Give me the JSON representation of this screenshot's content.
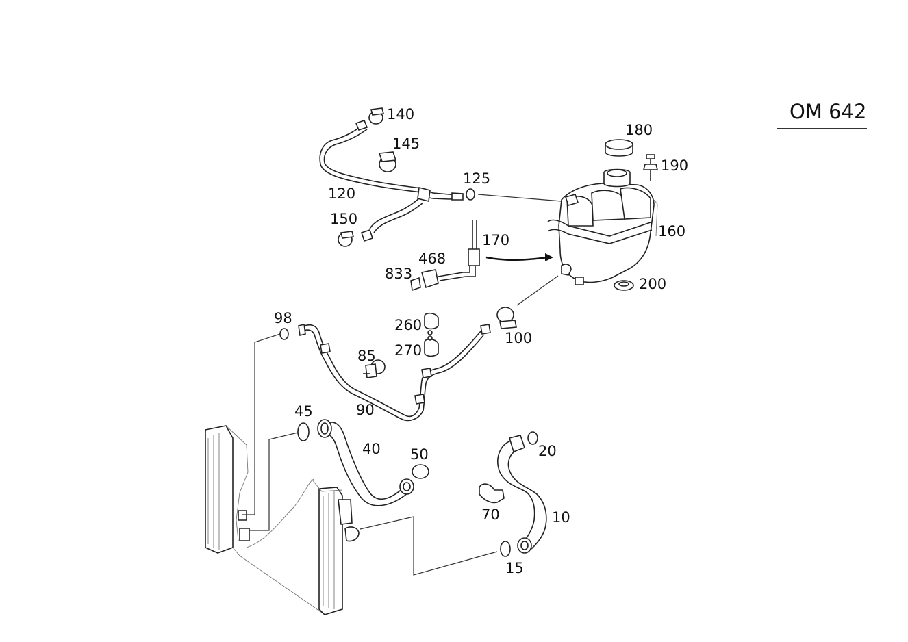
{
  "engine_code": "OM 642",
  "callouts": {
    "p10": "10",
    "p15": "15",
    "p20": "20",
    "p40": "40",
    "p45": "45",
    "p50": "50",
    "p70": "70",
    "p85": "85",
    "p90": "90",
    "p98": "98",
    "p100": "100",
    "p120": "120",
    "p125": "125",
    "p140": "140",
    "p145": "145",
    "p150": "150",
    "p160": "160",
    "p170": "170",
    "p180": "180",
    "p190": "190",
    "p200": "200",
    "p260": "260",
    "p270": "270",
    "p468": "468",
    "p833": "833"
  }
}
